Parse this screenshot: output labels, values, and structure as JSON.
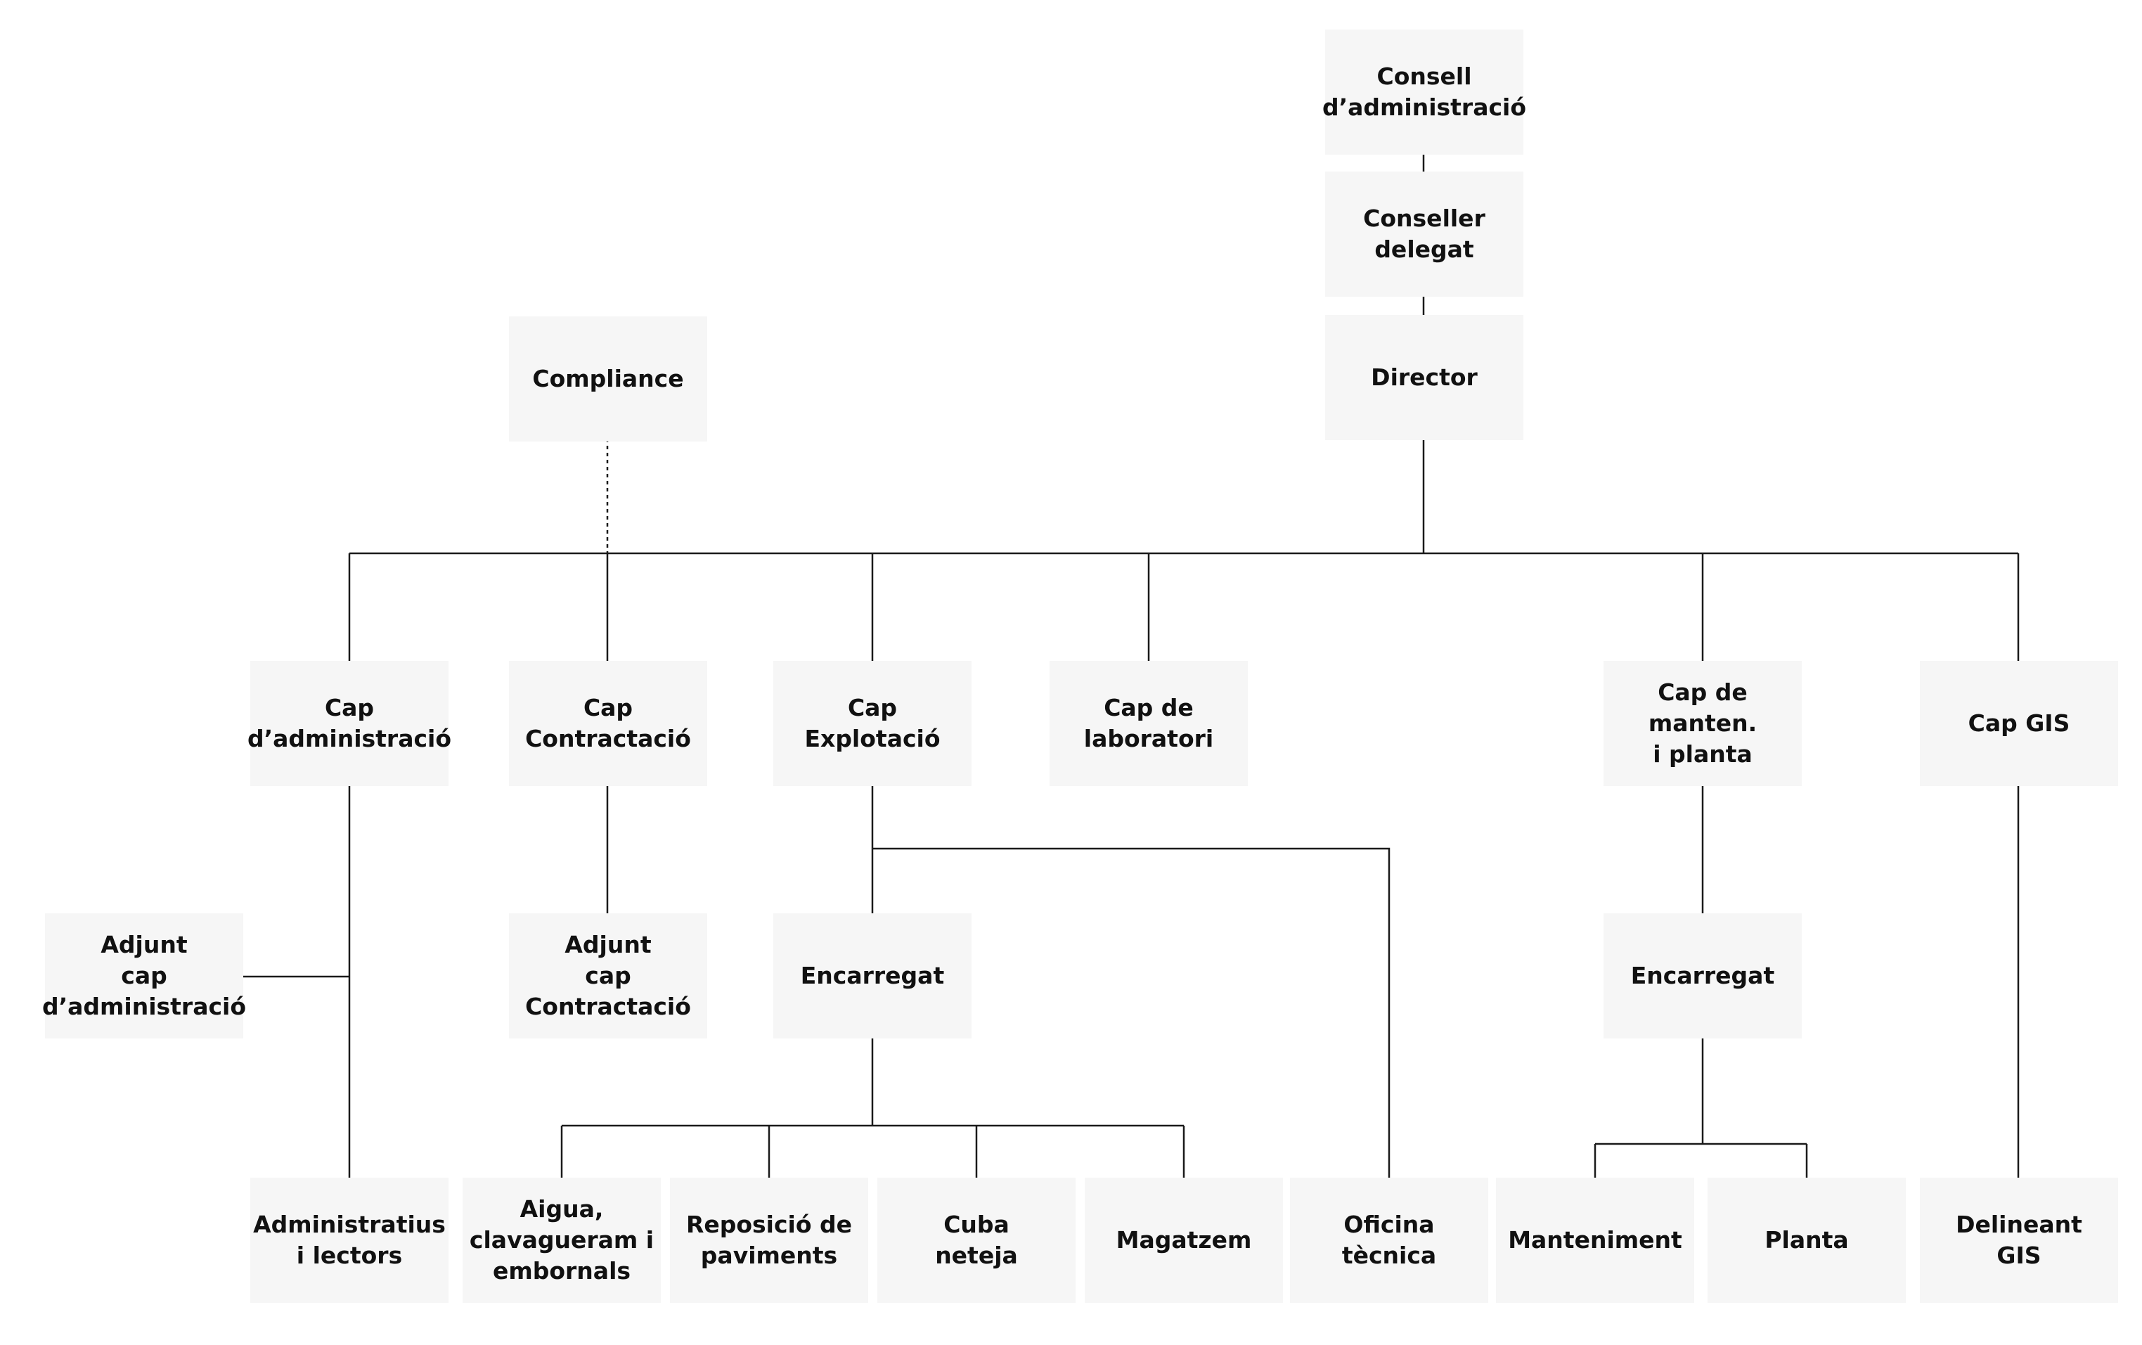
{
  "nodes": {
    "consell_administracio": "Consell\nd’administració",
    "conseller_delegat": "Conseller\ndelegat",
    "director": "Director",
    "compliance": "Compliance",
    "cap_administracio": "Cap\nd’administració",
    "cap_contractacio": "Cap\nContractació",
    "cap_explotacio": "Cap\nExplotació",
    "cap_laboratori": "Cap de\nlaboratori",
    "cap_manteniment": "Cap de manten.\ni planta",
    "cap_gis": "Cap GIS",
    "adjunt_cap_administracio": "Adjunt\ncap\nd’administració",
    "adjunt_cap_contractacio": "Adjunt\ncap\nContractació",
    "encarregat_explotacio": "Encarregat",
    "encarregat_manteniment": "Encarregat",
    "administratius": "Administratius\ni lectors",
    "aigua": "Aigua,\nclavagueram i\nembornals",
    "reposicio": "Reposició de\npaviments",
    "cuba": "Cuba\nneteja",
    "magatzem": "Magatzem",
    "oficina": "Oficina\ntècnica",
    "manteniment": "Manteniment",
    "planta": "Planta",
    "delineant": "Delineant\nGIS"
  }
}
